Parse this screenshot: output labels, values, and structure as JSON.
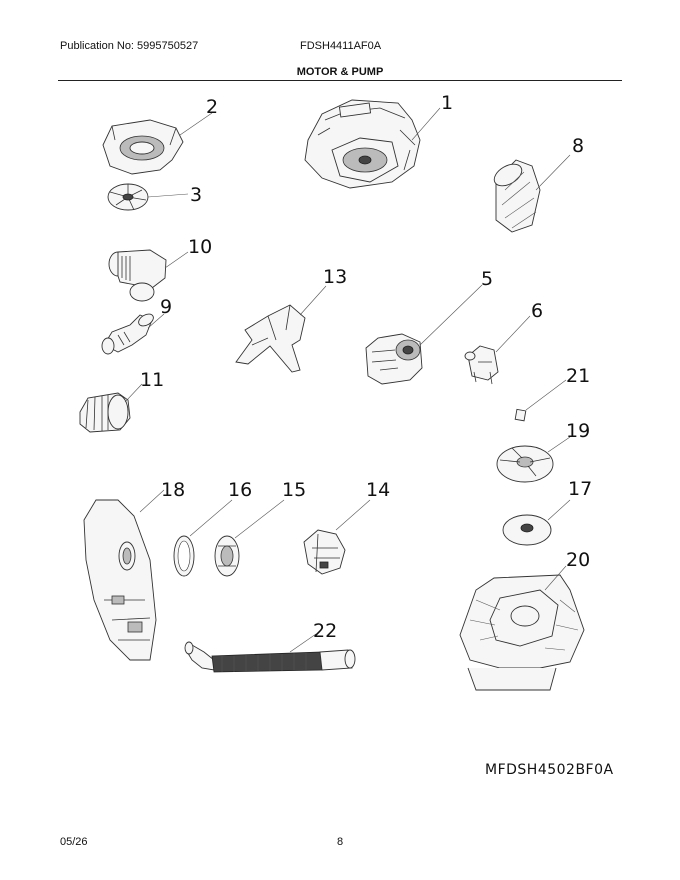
{
  "header": {
    "publication": "Publication No: 5995750527",
    "model": "FDSH4411AF0A"
  },
  "section_title": "MOTOR & PUMP",
  "parts": [
    {
      "key": "p1",
      "number": "1"
    },
    {
      "key": "p2",
      "number": "2"
    },
    {
      "key": "p3",
      "number": "3"
    },
    {
      "key": "p5",
      "number": "5"
    },
    {
      "key": "p6",
      "number": "6"
    },
    {
      "key": "p8",
      "number": "8"
    },
    {
      "key": "p9",
      "number": "9"
    },
    {
      "key": "p10",
      "number": "10"
    },
    {
      "key": "p11",
      "number": "11"
    },
    {
      "key": "p13",
      "number": "13"
    },
    {
      "key": "p14",
      "number": "14"
    },
    {
      "key": "p15",
      "number": "15"
    },
    {
      "key": "p16",
      "number": "16"
    },
    {
      "key": "p17",
      "number": "17"
    },
    {
      "key": "p18",
      "number": "18"
    },
    {
      "key": "p19",
      "number": "19"
    },
    {
      "key": "p20",
      "number": "20"
    },
    {
      "key": "p21",
      "number": "21"
    },
    {
      "key": "p22",
      "number": "22"
    }
  ],
  "diagram_id": "MFDSH4502BF0A",
  "footer": {
    "date": "05/26",
    "page": "8"
  }
}
